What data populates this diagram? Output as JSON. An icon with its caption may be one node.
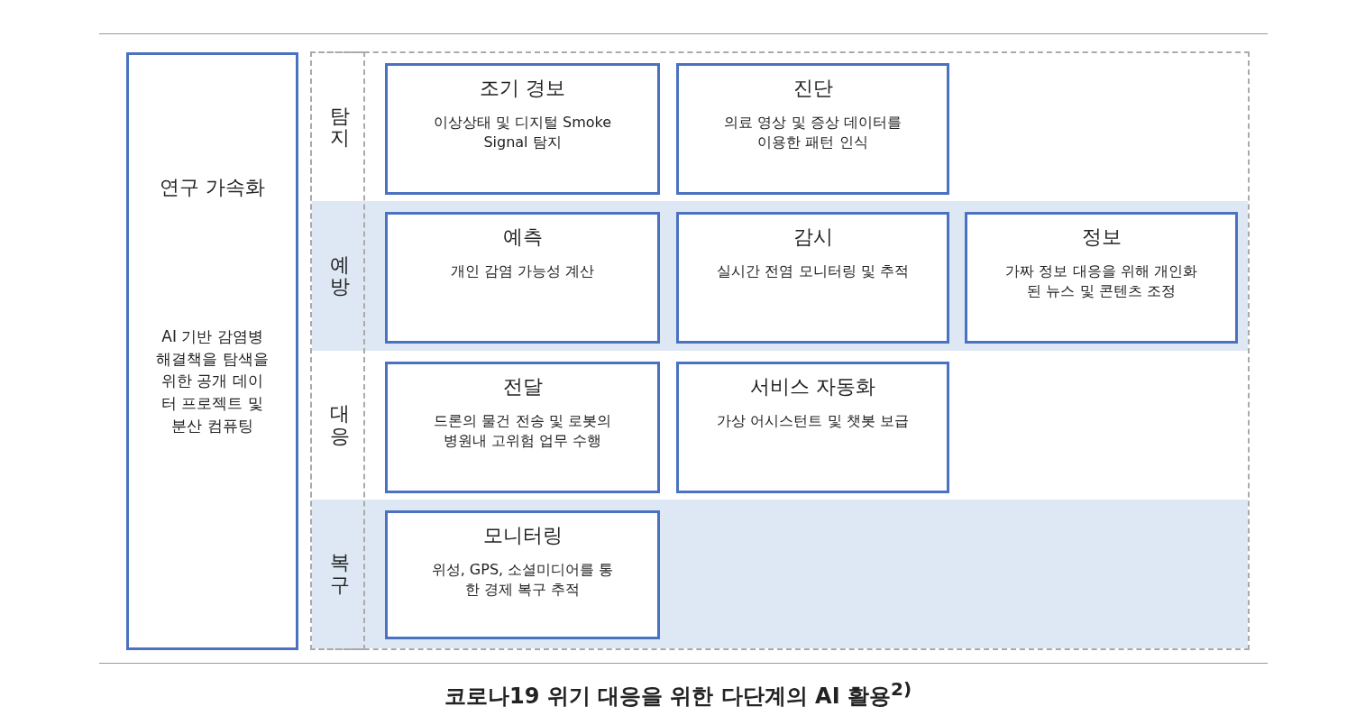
{
  "diagram": {
    "caption": "코로나19 위기 대응을 위한 다단계의 AI 활용$^{2)}$",
    "nodes": [
      {
        "text": [
          "연구 가속화",
          "AI 기반 감염병 해결책을 탐색을 위한 공개 데이터 프로젝트 및 분산 컴퓨팅"
        ]
      },
      {
        "text": [],
        "shape": "box"
      },
      {
        "text": [
          "탐지"
        ],
        "in": 1
      },
      {
        "text": [
          "조기 경보",
          "이상상태 및 디지털 Smoke Signal 탐지"
        ],
        "in": 2
      },
      {
        "text": [
          "진단",
          "의료 영상 및 증상 데이터를 이용한 패턴 인식"
        ],
        "in": 2
      },
      {
        "text": [
          "예방"
        ],
        "in": 1
      },
      {
        "text": [
          "예측",
          "개인 감염 가능성 계산"
        ],
        "in": 5
      },
      {
        "text": [
          "감시",
          "실시간 전염 모니터링 및 추적"
        ],
        "in": 5
      },
      {
        "text": [
          "정보",
          "가짜 정보 대응을 위해 개인화된 뉴스 및 콘텐츠 조정"
        ],
        "in": 5
      },
      {
        "text": [
          "대응"
        ],
        "in": 1
      },
      {
        "text": [
          "전달",
          "드론의 물건 전송 및 로봇의 병원내 고위험 업무 수행"
        ],
        "in": 9
      },
      {
        "text": [
          "서비스 자동화",
          "가상 어시스턴트 및 챗봇 보급"
        ],
        "in": 9
      },
      {
        "text": [
          "복구"
        ],
        "in": 1
      },
      {
        "text": [
          "모니터링",
          "위성, GPS, 소셜미디어를 통한 경제 복구 추적"
        ],
        "in": 12
      }
    ],
    "edges": []
  }
}
